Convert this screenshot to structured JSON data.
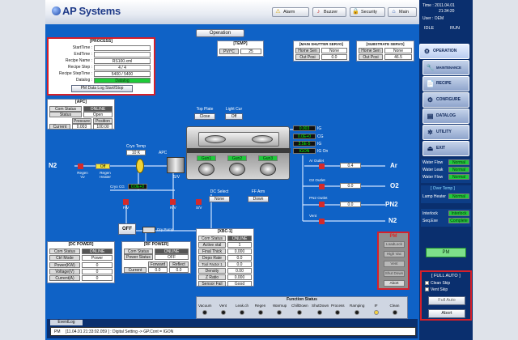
{
  "header": {
    "logo": "AP Systems",
    "buttons": [
      {
        "label": "Alarm",
        "icon": "warning-icon"
      },
      {
        "label": "Buzzer",
        "icon": "buzzer-icon"
      },
      {
        "label": "Security",
        "icon": "lock-icon"
      },
      {
        "label": "Main",
        "icon": "home-icon"
      }
    ]
  },
  "clock": {
    "time_label": "Time :",
    "date": "2011.04.01",
    "time": "21:34:20",
    "user_label": "User :",
    "user": "OEM",
    "mode1": "IDLE",
    "mode2": "RUN"
  },
  "nav": [
    {
      "label": "OPERATION",
      "icon": "gear-icon"
    },
    {
      "label": "MAINTENANCE",
      "icon": "wrench-icon"
    },
    {
      "label": "RECIPE",
      "icon": "document-icon"
    },
    {
      "label": "CONFIGURE",
      "icon": "gear-icon"
    },
    {
      "label": "DATALOG",
      "icon": "chart-icon"
    },
    {
      "label": "UTILITY",
      "icon": "tools-icon"
    },
    {
      "label": "EXIT",
      "icon": "exit-icon"
    }
  ],
  "water": [
    {
      "label": "Water Flow",
      "value": "Normal"
    },
    {
      "label": "Water Leak",
      "value": "Normal"
    },
    {
      "label": "Water Flow",
      "value": "Normal"
    }
  ],
  "overtemp": {
    "title": "[ Over Temp ]",
    "label": "Lamp Heater",
    "value": "Normal"
  },
  "interlock": [
    {
      "label": "Interlock",
      "value": "Interlock"
    },
    {
      "label": "Seq.Exe",
      "value": "Complete"
    }
  ],
  "pm_button": "PM",
  "full_auto": {
    "title": "[ FULL AUTO ]",
    "clean_skip": "Clean Skip",
    "vent_skip": "Vent Skip",
    "full_auto_btn": "Full Auto",
    "abort_btn": "Abort"
  },
  "operation_title": "Operation",
  "process": {
    "title": "[PROCESS]",
    "rows": [
      {
        "label": "StartTime :",
        "value": ""
      },
      {
        "label": "EndTime :",
        "value": ""
      },
      {
        "label": "Recipe Name :",
        "value": "RS100.xml"
      },
      {
        "label": "Recipe Step :",
        "value": "4 / 4"
      },
      {
        "label": "Recipe StepTime :",
        "value": "5400 / 5400"
      },
      {
        "label": "Datalog :",
        "value": "Datalog"
      }
    ],
    "button": "PM Data Log Start/Stop"
  },
  "temp": {
    "title": "[TEMP]",
    "label": "PV/°C",
    "value": "25"
  },
  "main_shutter": {
    "title": "[MAIN SHUTTER SERVO]",
    "home_label": "Home Sen",
    "home_value": "None",
    "out_label": "Out Posi",
    "out_value": "0.0"
  },
  "substrate": {
    "title": "[SUBSTRATE SERVO]",
    "home_label": "Home Sen",
    "home_value": "None",
    "out_label": "Out Posi",
    "out_value": "46.5"
  },
  "apc": {
    "title": "[APC]",
    "com_label": "Com Status",
    "com_value": "ONLINE",
    "status_label": "Status",
    "status_value": "Open",
    "col1": "Pressure",
    "col2": "Position",
    "current_label": "Current",
    "pressure": "0.003",
    "position": "100.00"
  },
  "chamber": {
    "top_plate": "Top Plate",
    "top_plate_val": "Close",
    "light_cur": "Light Cur",
    "light_cur_val": "Off",
    "gun1": "Gun1",
    "gun2": "Gun2",
    "gun3": "Gun3",
    "dc_select": "DC Select",
    "dc_val": "None",
    "ff_arm": "FF Arm",
    "ff_val": "Down",
    "cryo_temp": "Cryo Temp",
    "cryo_val": "10 K",
    "apc": "APC",
    "sv": "S/V",
    "gauges": [
      {
        "value": "0.003",
        "unit": "IG"
      },
      {
        "value": "0.0E+0",
        "unit": "CG"
      },
      {
        "value": "3.5E-5",
        "unit": "IG"
      },
      {
        "value": "IGON",
        "unit": "IG On"
      }
    ]
  },
  "lines": {
    "n2": "N2",
    "regen_vv": "Regen Vv",
    "regen_heater": "Regen Heater",
    "off": "Off",
    "cryo_cg": "Cryo CG",
    "cryo_cg_val": "0.0E+0",
    "fv": "F/V",
    "rv": "R/V",
    "sv": "S/V",
    "dry_pump": "Dry Pump",
    "off_btn": "OFF",
    "gas": [
      {
        "outlet": "Ar Outlet",
        "value": "0.4",
        "name": "Ar"
      },
      {
        "outlet": "O2 Outlet",
        "value": "0.0",
        "name": "O2"
      },
      {
        "outlet": "PN2 Outlet",
        "value": "0.0",
        "name": "PN2"
      },
      {
        "outlet": "Vent",
        "value": "",
        "name": "N2"
      }
    ]
  },
  "dc_power": {
    "title": "[DC POWER]",
    "rows": [
      {
        "label": "Com Status",
        "value": "ONLINE"
      },
      {
        "label": "Ctrl Mode",
        "value": "Power"
      },
      {
        "label": "Power(KW)",
        "value": "0"
      },
      {
        "label": "Voltage(V)",
        "value": "0"
      },
      {
        "label": "Current(A)",
        "value": "0"
      }
    ]
  },
  "rf_power": {
    "title": "[RF POWER]",
    "com_label": "Com Status",
    "com_value": "ONLINE",
    "ps_label": "Power Status",
    "ps_value": "OFF",
    "forward": "Forward",
    "reflect": "Reflect",
    "current_label": "Current",
    "fwd_val": "0.0",
    "ref_val": "0.0"
  },
  "xbc": {
    "title": "[XBC-1]",
    "rows": [
      {
        "label": "Com Status",
        "value": "ONLINE"
      },
      {
        "label": "Active xtal",
        "value": "1"
      },
      {
        "label": "Final Thick",
        "value": "0.000"
      },
      {
        "label": "Depo Rate",
        "value": "0.0"
      },
      {
        "label": "Tool Factor 1",
        "value": "0.0"
      },
      {
        "label": "Density",
        "value": "0.00"
      },
      {
        "label": "Z Ratio",
        "value": "0.000"
      },
      {
        "label": "Sensor Fail",
        "value": "Good"
      }
    ]
  },
  "pm_panel": {
    "title": "PM",
    "buttons": [
      "LoadLock",
      "High Vac",
      "Vent",
      "Shut Down",
      "Abort"
    ]
  },
  "function_status": {
    "title": "Function Status",
    "items": [
      "Vacuum",
      "Vent",
      "Leak.ch",
      "Regen",
      "Warmup",
      "ChillDown",
      "ShutDown",
      "Process",
      "Ramping",
      "IF",
      "Clean"
    ]
  },
  "eventlog": {
    "title": "EventLog",
    "tag": "PM",
    "text": "[11.04.01 21:33:02.059 ] : Digital Setting -> GP.Cont = IGON"
  }
}
